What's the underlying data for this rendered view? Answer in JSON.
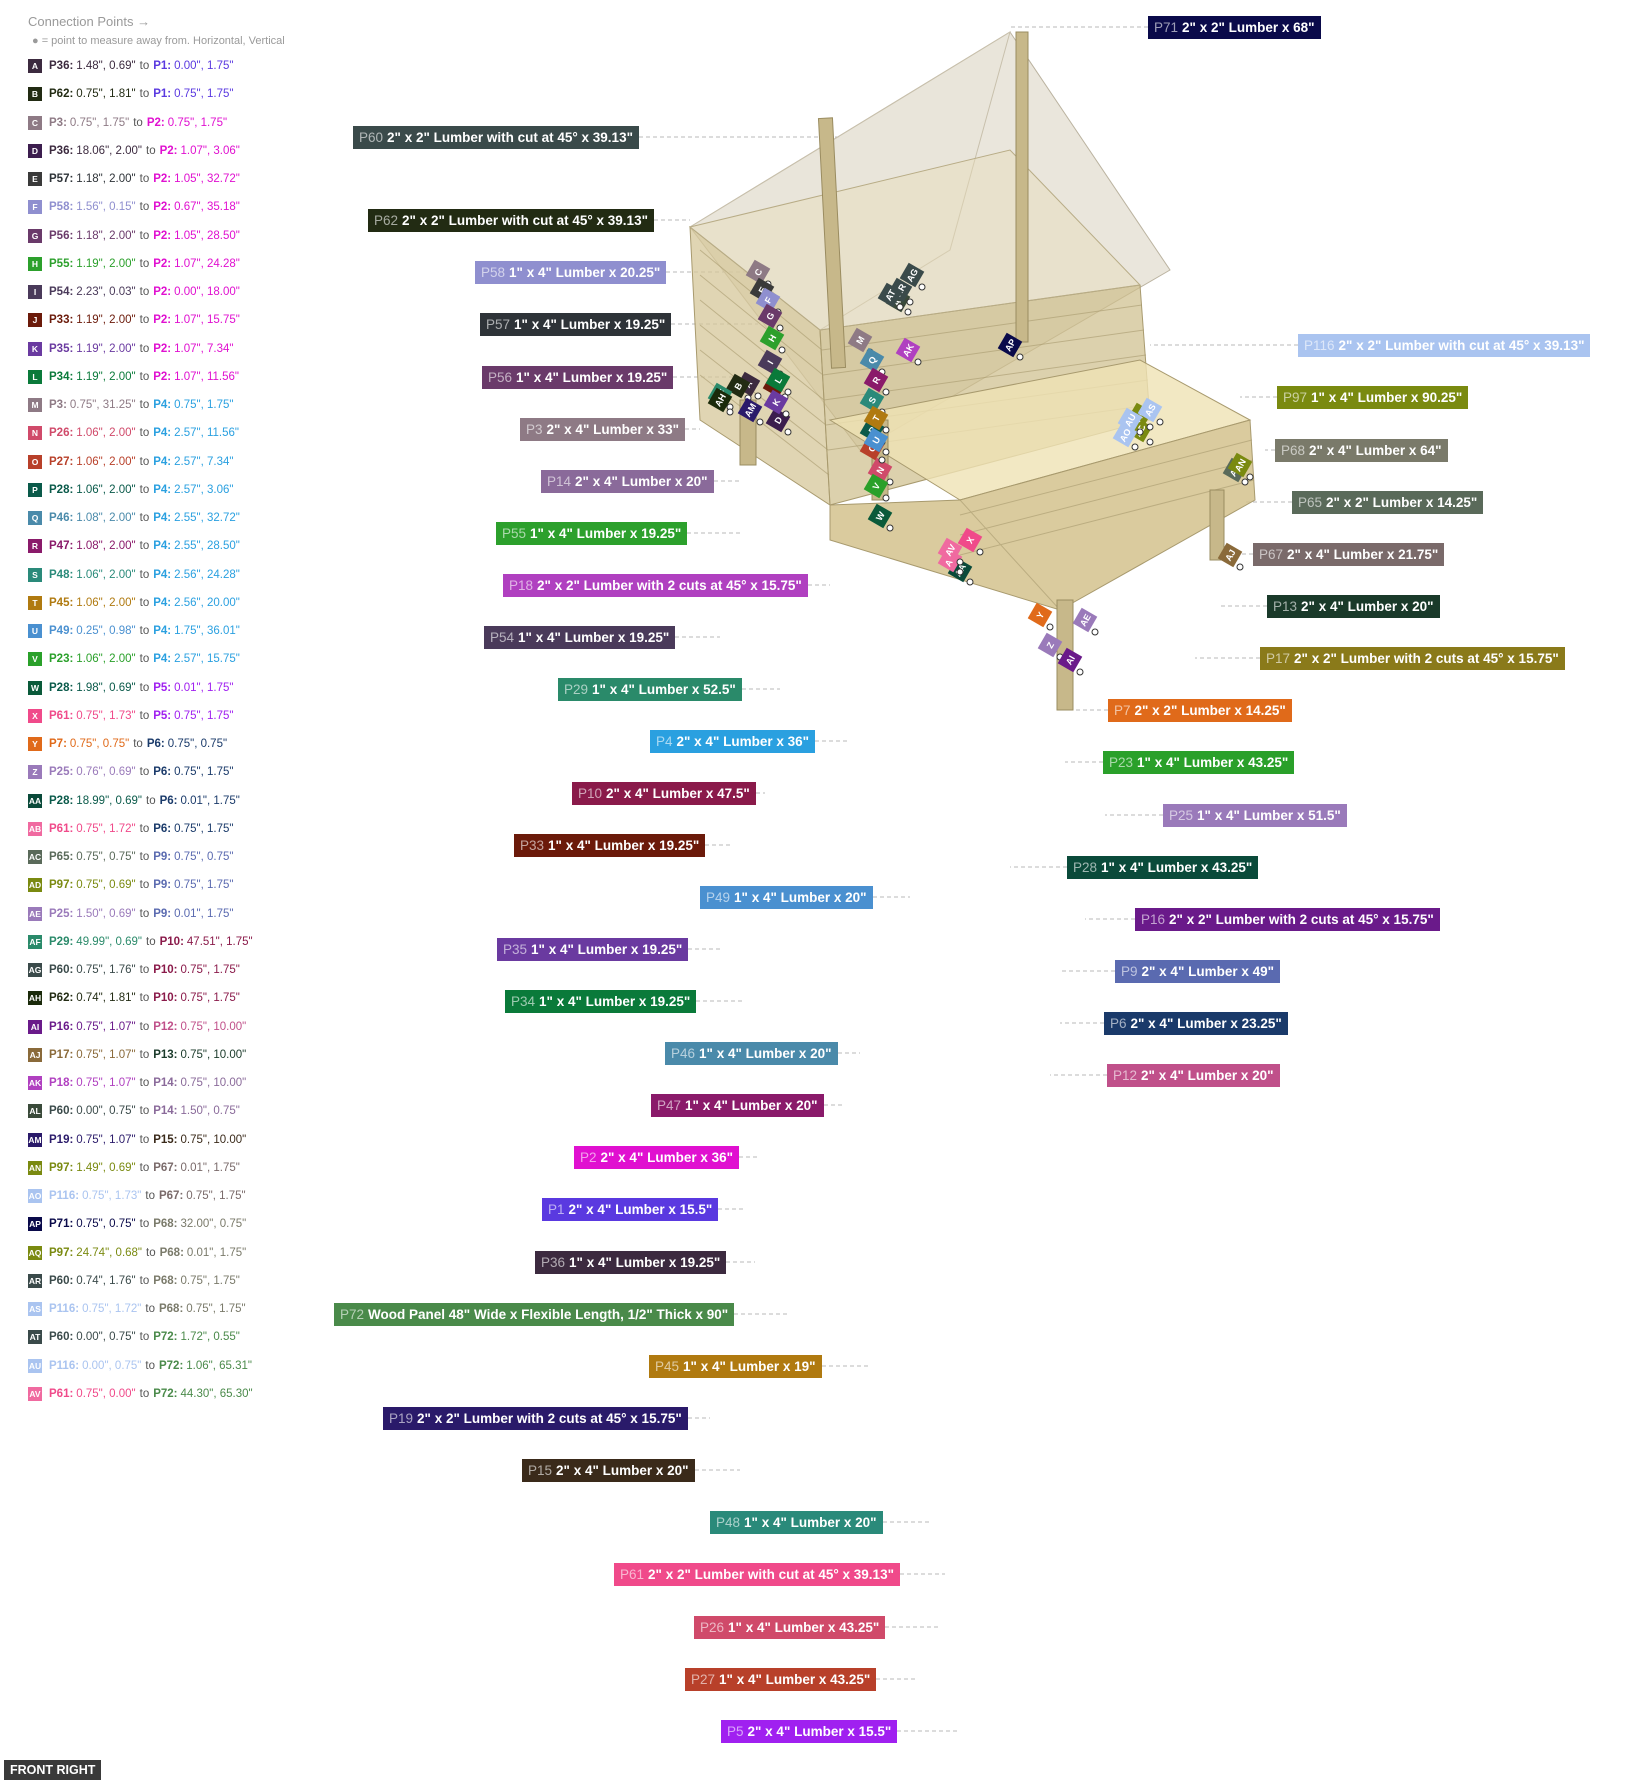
{
  "legend": {
    "title": "Connection Points →",
    "note": "● = point to measure away from. Horizontal, Vertical",
    "connections": [
      {
        "code": "A",
        "color": "#3c2a3f",
        "p1": "P36:",
        "v1": "1.48\", 0.69\"",
        "to": "to",
        "p2": "P1:",
        "v2": "0.00\", 1.75\"",
        "c1": "#3c2a3f",
        "c2": "#5a39e0"
      },
      {
        "code": "B",
        "color": "#222b13",
        "p1": "P62:",
        "v1": "0.75\", 1.81\"",
        "to": "to",
        "p2": "P1:",
        "v2": "0.75\", 1.75\"",
        "c1": "#222b13",
        "c2": "#5a39e0"
      },
      {
        "code": "C",
        "color": "#8e7a85",
        "p1": "P3:",
        "v1": "0.75\", 1.75\"",
        "to": "to",
        "p2": "P2:",
        "v2": "0.75\", 1.75\"",
        "c1": "#8e7a85",
        "c2": "#e010d0"
      },
      {
        "code": "D",
        "color": "#3c1d4e",
        "p1": "P36:",
        "v1": "18.06\", 2.00\"",
        "to": "to",
        "p2": "P2:",
        "v2": "1.07\", 3.06\"",
        "c1": "#3c2a3f",
        "c2": "#e010d0"
      },
      {
        "code": "E",
        "color": "#3a3a3a",
        "p1": "P57:",
        "v1": "1.18\", 2.00\"",
        "to": "to",
        "p2": "P2:",
        "v2": "1.05\", 32.72\"",
        "c1": "#2e3338",
        "c2": "#e010d0"
      },
      {
        "code": "F",
        "color": "#8f8fcf",
        "p1": "P58:",
        "v1": "1.56\", 0.15\"",
        "to": "to",
        "p2": "P2:",
        "v2": "0.67\", 35.18\"",
        "c1": "#8f8fcf",
        "c2": "#e010d0"
      },
      {
        "code": "G",
        "color": "#6a3a6a",
        "p1": "P56:",
        "v1": "1.18\", 2.00\"",
        "to": "to",
        "p2": "P2:",
        "v2": "1.05\", 28.50\"",
        "c1": "#6a3a6a",
        "c2": "#e010d0"
      },
      {
        "code": "H",
        "color": "#2ca02c",
        "p1": "P55:",
        "v1": "1.19\", 2.00\"",
        "to": "to",
        "p2": "P2:",
        "v2": "1.07\", 24.28\"",
        "c1": "#2ca02c",
        "c2": "#e010d0"
      },
      {
        "code": "I",
        "color": "#4a3a5a",
        "p1": "P54:",
        "v1": "2.23\", 0.03\"",
        "to": "to",
        "p2": "P2:",
        "v2": "0.00\", 18.00\"",
        "c1": "#4a3a5a",
        "c2": "#e010d0"
      },
      {
        "code": "J",
        "color": "#6b1a0a",
        "p1": "P33:",
        "v1": "1.19\", 2.00\"",
        "to": "to",
        "p2": "P2:",
        "v2": "1.07\", 15.75\"",
        "c1": "#6b1a0a",
        "c2": "#e010d0"
      },
      {
        "code": "K",
        "color": "#6a3aa0",
        "p1": "P35:",
        "v1": "1.19\", 2.00\"",
        "to": "to",
        "p2": "P2:",
        "v2": "1.07\", 7.34\"",
        "c1": "#6a3aa0",
        "c2": "#e010d0"
      },
      {
        "code": "L",
        "color": "#0a7a3a",
        "p1": "P34:",
        "v1": "1.19\", 2.00\"",
        "to": "to",
        "p2": "P2:",
        "v2": "1.07\", 11.56\"",
        "c1": "#0a7a3a",
        "c2": "#e010d0"
      },
      {
        "code": "M",
        "color": "#8e7a85",
        "p1": "P3:",
        "v1": "0.75\", 31.25\"",
        "to": "to",
        "p2": "P4:",
        "v2": "0.75\", 1.75\"",
        "c1": "#8e7a85",
        "c2": "#2aa0e0"
      },
      {
        "code": "N",
        "color": "#d04a6a",
        "p1": "P26:",
        "v1": "1.06\", 2.00\"",
        "to": "to",
        "p2": "P4:",
        "v2": "2.57\", 11.56\"",
        "c1": "#d04a6a",
        "c2": "#2aa0e0"
      },
      {
        "code": "O",
        "color": "#b8402a",
        "p1": "P27:",
        "v1": "1.06\", 2.00\"",
        "to": "to",
        "p2": "P4:",
        "v2": "2.57\", 7.34\"",
        "c1": "#b8402a",
        "c2": "#2aa0e0"
      },
      {
        "code": "P",
        "color": "#0a5a4a",
        "p1": "P28:",
        "v1": "1.06\", 2.00\"",
        "to": "to",
        "p2": "P4:",
        "v2": "2.57\", 3.06\"",
        "c1": "#0a5a4a",
        "c2": "#2aa0e0"
      },
      {
        "code": "Q",
        "color": "#4a8aaa",
        "p1": "P46:",
        "v1": "1.08\", 2.00\"",
        "to": "to",
        "p2": "P4:",
        "v2": "2.55\", 32.72\"",
        "c1": "#4a8aaa",
        "c2": "#2aa0e0"
      },
      {
        "code": "R",
        "color": "#8a1a6a",
        "p1": "P47:",
        "v1": "1.08\", 2.00\"",
        "to": "to",
        "p2": "P4:",
        "v2": "2.55\", 28.50\"",
        "c1": "#8a1a6a",
        "c2": "#2aa0e0"
      },
      {
        "code": "S",
        "color": "#2a8a7a",
        "p1": "P48:",
        "v1": "1.06\", 2.00\"",
        "to": "to",
        "p2": "P4:",
        "v2": "2.56\", 24.28\"",
        "c1": "#2a8a7a",
        "c2": "#2aa0e0"
      },
      {
        "code": "T",
        "color": "#b07a10",
        "p1": "P45:",
        "v1": "1.06\", 2.00\"",
        "to": "to",
        "p2": "P4:",
        "v2": "2.56\", 20.00\"",
        "c1": "#b07a10",
        "c2": "#2aa0e0"
      },
      {
        "code": "U",
        "color": "#4a90d0",
        "p1": "P49:",
        "v1": "0.25\", 0.98\"",
        "to": "to",
        "p2": "P4:",
        "v2": "1.75\", 36.01\"",
        "c1": "#4a90d0",
        "c2": "#2aa0e0"
      },
      {
        "code": "V",
        "color": "#2aa02a",
        "p1": "P23:",
        "v1": "1.06\", 2.00\"",
        "to": "to",
        "p2": "P4:",
        "v2": "2.57\", 15.75\"",
        "c1": "#2aa02a",
        "c2": "#2aa0e0"
      },
      {
        "code": "W",
        "color": "#0a5a3a",
        "p1": "P28:",
        "v1": "1.98\", 0.69\"",
        "to": "to",
        "p2": "P5:",
        "v2": "0.01\", 1.75\"",
        "c1": "#0a5a4a",
        "c2": "#a020f0"
      },
      {
        "code": "X",
        "color": "#f04a8a",
        "p1": "P61:",
        "v1": "0.75\", 1.73\"",
        "to": "to",
        "p2": "P5:",
        "v2": "0.75\", 1.75\"",
        "c1": "#f04a8a",
        "c2": "#a020f0"
      },
      {
        "code": "Y",
        "color": "#e06a1a",
        "p1": "P7:",
        "v1": "0.75\", 0.75\"",
        "to": "to",
        "p2": "P6:",
        "v2": "0.75\", 0.75\"",
        "c1": "#e06a1a",
        "c2": "#1a3a6a"
      },
      {
        "code": "Z",
        "color": "#9a7aba",
        "p1": "P25:",
        "v1": "0.76\", 0.69\"",
        "to": "to",
        "p2": "P6:",
        "v2": "0.75\", 1.75\"",
        "c1": "#9a7aba",
        "c2": "#1a3a6a"
      },
      {
        "code": "AA",
        "color": "#0a4a3a",
        "p1": "P28:",
        "v1": "18.99\", 0.69\"",
        "to": "to",
        "p2": "P6:",
        "v2": "0.01\", 1.75\"",
        "c1": "#0a5a4a",
        "c2": "#1a3a6a"
      },
      {
        "code": "AB",
        "color": "#f06aa0",
        "p1": "P61:",
        "v1": "0.75\", 1.72\"",
        "to": "to",
        "p2": "P6:",
        "v2": "0.75\", 1.75\"",
        "c1": "#f04a8a",
        "c2": "#1a3a6a"
      },
      {
        "code": "AC",
        "color": "#5a6a5a",
        "p1": "P65:",
        "v1": "0.75\", 0.75\"",
        "to": "to",
        "p2": "P9:",
        "v2": "0.75\", 0.75\"",
        "c1": "#5a6a5a",
        "c2": "#5a6ab0"
      },
      {
        "code": "AD",
        "color": "#7a8a10",
        "p1": "P97:",
        "v1": "0.75\", 0.69\"",
        "to": "to",
        "p2": "P9:",
        "v2": "0.75\", 1.75\"",
        "c1": "#7a8a10",
        "c2": "#5a6ab0"
      },
      {
        "code": "AE",
        "color": "#9a7aba",
        "p1": "P25:",
        "v1": "1.50\", 0.69\"",
        "to": "to",
        "p2": "P9:",
        "v2": "0.01\", 1.75\"",
        "c1": "#9a7aba",
        "c2": "#5a6ab0"
      },
      {
        "code": "AF",
        "color": "#2a8a6a",
        "p1": "P29:",
        "v1": "49.99\", 0.69\"",
        "to": "to",
        "p2": "P10:",
        "v2": "47.51\", 1.75\"",
        "c1": "#2a8a6a",
        "c2": "#8a1a4a"
      },
      {
        "code": "AG",
        "color": "#3a4a4a",
        "p1": "P60:",
        "v1": "0.75\", 1.76\"",
        "to": "to",
        "p2": "P10:",
        "v2": "0.75\", 1.75\"",
        "c1": "#3a4a4a",
        "c2": "#8a1a4a"
      },
      {
        "code": "AH",
        "color": "#1a2a0a",
        "p1": "P62:",
        "v1": "0.74\", 1.81\"",
        "to": "to",
        "p2": "P10:",
        "v2": "0.75\", 1.75\"",
        "c1": "#222b13",
        "c2": "#8a1a4a"
      },
      {
        "code": "AI",
        "color": "#6a1a8a",
        "p1": "P16:",
        "v1": "0.75\", 1.07\"",
        "to": "to",
        "p2": "P12:",
        "v2": "0.75\", 10.00\"",
        "c1": "#6a1a8a",
        "c2": "#c0508a"
      },
      {
        "code": "AJ",
        "color": "#8a6a3a",
        "p1": "P17:",
        "v1": "0.75\", 1.07\"",
        "to": "to",
        "p2": "P13:",
        "v2": "0.75\", 10.00\"",
        "c1": "#8a6a3a",
        "c2": "#1a3a2a"
      },
      {
        "code": "AK",
        "color": "#b040c0",
        "p1": "P18:",
        "v1": "0.75\", 1.07\"",
        "to": "to",
        "p2": "P14:",
        "v2": "0.75\", 10.00\"",
        "c1": "#b040c0",
        "c2": "#8a6a9a"
      },
      {
        "code": "AL",
        "color": "#3a4a3a",
        "p1": "P60:",
        "v1": "0.00\", 0.75\"",
        "to": "to",
        "p2": "P14:",
        "v2": "1.50\", 0.75\"",
        "c1": "#3a4a4a",
        "c2": "#8a6a9a"
      },
      {
        "code": "AM",
        "color": "#2a1a6a",
        "p1": "P19:",
        "v1": "0.75\", 1.07\"",
        "to": "to",
        "p2": "P15:",
        "v2": "0.75\", 10.00\"",
        "c1": "#2a1a6a",
        "c2": "#3a2a1a"
      },
      {
        "code": "AN",
        "color": "#7a8a10",
        "p1": "P97:",
        "v1": "1.49\", 0.69\"",
        "to": "to",
        "p2": "P67:",
        "v2": "0.01\", 1.75\"",
        "c1": "#7a8a10",
        "c2": "#7a6a6a"
      },
      {
        "code": "AO",
        "color": "#aac4f0",
        "p1": "P116:",
        "v1": "0.75\", 1.73\"",
        "to": "to",
        "p2": "P67:",
        "v2": "0.75\", 1.75\"",
        "c1": "#aac4f0",
        "c2": "#7a6a6a"
      },
      {
        "code": "AP",
        "color": "#0a0a4a",
        "p1": "P71:",
        "v1": "0.75\", 0.75\"",
        "to": "to",
        "p2": "P68:",
        "v2": "32.00\", 0.75\"",
        "c1": "#0a0a4a",
        "c2": "#7a7a6a"
      },
      {
        "code": "AQ",
        "color": "#7a8a10",
        "p1": "P97:",
        "v1": "24.74\", 0.68\"",
        "to": "to",
        "p2": "P68:",
        "v2": "0.01\", 1.75\"",
        "c1": "#7a8a10",
        "c2": "#7a7a6a"
      },
      {
        "code": "AR",
        "color": "#3a4a4a",
        "p1": "P60:",
        "v1": "0.74\", 1.76\"",
        "to": "to",
        "p2": "P68:",
        "v2": "0.75\", 1.75\"",
        "c1": "#3a4a4a",
        "c2": "#7a7a6a"
      },
      {
        "code": "AS",
        "color": "#aac4f0",
        "p1": "P116:",
        "v1": "0.75\", 1.72\"",
        "to": "to",
        "p2": "P68:",
        "v2": "0.75\", 1.75\"",
        "c1": "#aac4f0",
        "c2": "#7a7a6a"
      },
      {
        "code": "AT",
        "color": "#3a4a4a",
        "p1": "P60:",
        "v1": "0.00\", 0.75\"",
        "to": "to",
        "p2": "P72:",
        "v2": "1.72\", 0.55\"",
        "c1": "#3a4a4a",
        "c2": "#4a8a4a"
      },
      {
        "code": "AU",
        "color": "#aac4f0",
        "p1": "P116:",
        "v1": "0.00\", 0.75\"",
        "to": "to",
        "p2": "P72:",
        "v2": "1.06\", 65.31\"",
        "c1": "#aac4f0",
        "c2": "#4a8a4a"
      },
      {
        "code": "AV",
        "color": "#f06aa0",
        "p1": "P61:",
        "v1": "0.75\", 0.00\"",
        "to": "to",
        "p2": "P72:",
        "v2": "44.30\", 65.30\"",
        "c1": "#f04a8a",
        "c2": "#4a8a4a"
      }
    ]
  },
  "parts": [
    {
      "id": "P71",
      "desc": "2\" x 2\" Lumber x 68\"",
      "color": "#0a0a4a"
    },
    {
      "id": "P60",
      "desc": "2\" x 2\" Lumber with cut at 45° x 39.13\"",
      "color": "#3a4a4a"
    },
    {
      "id": "P62",
      "desc": "2\" x 2\" Lumber with cut at 45° x 39.13\"",
      "color": "#222b13"
    },
    {
      "id": "P58",
      "desc": "1\" x 4\" Lumber  x 20.25\"",
      "color": "#8f8fcf"
    },
    {
      "id": "P57",
      "desc": "1\" x 4\" Lumber  x 19.25\"",
      "color": "#2e3338"
    },
    {
      "id": "P116",
      "desc": "2\" x 2\" Lumber with cut at 45° x 39.13\"",
      "color": "#aac4f0"
    },
    {
      "id": "P56",
      "desc": "1\" x 4\" Lumber  x 19.25\"",
      "color": "#6a3a6a"
    },
    {
      "id": "P97",
      "desc": "1\" x 4\" Lumber  x 90.25\"",
      "color": "#7a8a10"
    },
    {
      "id": "P3",
      "desc": "2\" x 4\" Lumber  x 33\"",
      "color": "#8e7a85"
    },
    {
      "id": "P68",
      "desc": "2\" x 4\" Lumber  x 64\"",
      "color": "#7a7a6a"
    },
    {
      "id": "P14",
      "desc": "2\" x 4\" Lumber  x 20\"",
      "color": "#8a6a9a"
    },
    {
      "id": "P65",
      "desc": "2\" x 2\" Lumber  x 14.25\"",
      "color": "#5a6a5a"
    },
    {
      "id": "P55",
      "desc": "1\" x 4\" Lumber  x 19.25\"",
      "color": "#2ca02c"
    },
    {
      "id": "P67",
      "desc": "2\" x 4\" Lumber  x 21.75\"",
      "color": "#7a6a6a"
    },
    {
      "id": "P18",
      "desc": "2\" x 2\" Lumber with 2 cuts at 45°  x 15.75\"",
      "color": "#b040c0"
    },
    {
      "id": "P13",
      "desc": "2\" x 4\" Lumber  x 20\"",
      "color": "#1a3a2a"
    },
    {
      "id": "P54",
      "desc": "1\" x 4\" Lumber  x 19.25\"",
      "color": "#4a3a5a"
    },
    {
      "id": "P17",
      "desc": "2\" x 2\" Lumber with 2 cuts at 45°  x 15.75\"",
      "color": "#8a7a1a"
    },
    {
      "id": "P29",
      "desc": "1\" x 4\" Lumber  x 52.5\"",
      "color": "#2a8a6a"
    },
    {
      "id": "P7",
      "desc": "2\" x 2\" Lumber  x 14.25\"",
      "color": "#e06a1a"
    },
    {
      "id": "P4",
      "desc": "2\" x 4\" Lumber  x 36\"",
      "color": "#2aa0e0"
    },
    {
      "id": "P23",
      "desc": "1\" x 4\" Lumber  x 43.25\"",
      "color": "#2aa02a"
    },
    {
      "id": "P10",
      "desc": "2\" x 4\" Lumber  x 47.5\"",
      "color": "#8a1a4a"
    },
    {
      "id": "P25",
      "desc": "1\" x 4\" Lumber  x 51.5\"",
      "color": "#9a7aba"
    },
    {
      "id": "P33",
      "desc": "1\" x 4\" Lumber  x 19.25\"",
      "color": "#6b1a0a"
    },
    {
      "id": "P28",
      "desc": "1\" x 4\" Lumber  x 43.25\"",
      "color": "#0a4a3a"
    },
    {
      "id": "P49",
      "desc": "1\" x 4\" Lumber  x 20\"",
      "color": "#4a90d0"
    },
    {
      "id": "P16",
      "desc": "2\" x 2\" Lumber with 2 cuts at 45°  x 15.75\"",
      "color": "#6a1a8a"
    },
    {
      "id": "P35",
      "desc": "1\" x 4\" Lumber  x 19.25\"",
      "color": "#6a3aa0"
    },
    {
      "id": "P9",
      "desc": "2\" x 4\" Lumber  x 49\"",
      "color": "#5a6ab0"
    },
    {
      "id": "P34",
      "desc": "1\" x 4\" Lumber  x 19.25\"",
      "color": "#0a7a3a"
    },
    {
      "id": "P6",
      "desc": "2\" x 4\" Lumber  x 23.25\"",
      "color": "#1a3a6a"
    },
    {
      "id": "P46",
      "desc": "1\" x 4\" Lumber  x 20\"",
      "color": "#4a8aaa"
    },
    {
      "id": "P12",
      "desc": "2\" x 4\" Lumber  x 20\"",
      "color": "#c0508a"
    },
    {
      "id": "P47",
      "desc": "1\" x 4\" Lumber  x 20\"",
      "color": "#8a1a6a"
    },
    {
      "id": "P2",
      "desc": "2\" x 4\" Lumber  x 36\"",
      "color": "#e010d0"
    },
    {
      "id": "P1",
      "desc": "2\" x 4\" Lumber  x 15.5\"",
      "color": "#5a39e0"
    },
    {
      "id": "P36",
      "desc": "1\" x 4\" Lumber  x 19.25\"",
      "color": "#3c2a3f"
    },
    {
      "id": "P72",
      "desc": "Wood Panel 48\" Wide x Flexible Length, 1/2\" Thick x 90\"",
      "color": "#4a8a4a"
    },
    {
      "id": "P45",
      "desc": "1\" x 4\" Lumber  x 19\"",
      "color": "#b07a10"
    },
    {
      "id": "P19",
      "desc": "2\" x 2\" Lumber with 2 cuts at 45°  x 15.75\"",
      "color": "#2a1a6a"
    },
    {
      "id": "P15",
      "desc": "2\" x 4\" Lumber  x 20\"",
      "color": "#3a2a1a"
    },
    {
      "id": "P48",
      "desc": "1\" x 4\" Lumber  x 20\"",
      "color": "#2a8a7a"
    },
    {
      "id": "P61",
      "desc": "2\" x 2\" Lumber with cut at 45° x 39.13\"",
      "color": "#f04a8a"
    },
    {
      "id": "P26",
      "desc": "1\" x 4\" Lumber  x 43.25\"",
      "color": "#d04a6a"
    },
    {
      "id": "P27",
      "desc": "1\" x 4\" Lumber  x 43.25\"",
      "color": "#b8402a"
    },
    {
      "id": "P5",
      "desc": "2\" x 4\" Lumber  x 15.5\"",
      "color": "#a020f0"
    }
  ],
  "view": {
    "label": "FRONT RIGHT"
  }
}
